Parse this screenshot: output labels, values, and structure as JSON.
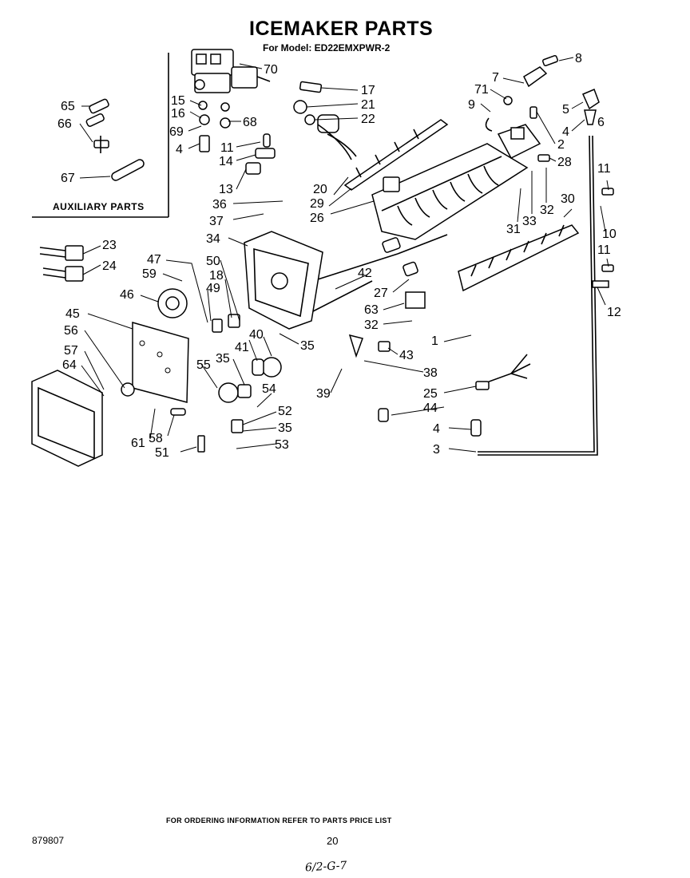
{
  "title": "ICEMAKER PARTS",
  "model_line": "For Model: ED22EMXPWR-2",
  "auxiliary_label": "AUXILIARY PARTS",
  "footer_text": "FOR ORDERING INFORMATION REFER TO PARTS PRICE LIST",
  "page_number": "20",
  "document_number": "879807",
  "handwritten_note": "6/2-G-7",
  "callouts": {
    "c70": "70",
    "c17": "17",
    "c21": "21",
    "c22": "22",
    "c15": "15",
    "c16": "16",
    "c69": "69",
    "c68": "68",
    "c4a": "4",
    "c11a": "11",
    "c14": "14",
    "c13": "13",
    "c65": "65",
    "c66": "66",
    "c67": "67",
    "c8": "8",
    "c7": "7",
    "c71": "71",
    "c9": "9",
    "c5": "5",
    "c6": "6",
    "c4b": "4",
    "c2": "2",
    "c28": "28",
    "c20": "20",
    "c29": "29",
    "c26": "26",
    "c36": "36",
    "c37": "37",
    "c34": "34",
    "c31": "31",
    "c33": "33",
    "c32a": "32",
    "c30": "30",
    "c11b": "11",
    "c10": "10",
    "c11c": "11",
    "c12": "12",
    "c23": "23",
    "c24": "24",
    "c47": "47",
    "c59": "59",
    "c50": "50",
    "c18": "18",
    "c49": "49",
    "c46": "46",
    "c42": "42",
    "c27": "27",
    "c63": "63",
    "c32b": "32",
    "c1": "1",
    "c45": "45",
    "c56": "56",
    "c40": "40",
    "c35a": "35",
    "c57": "57",
    "c64": "64",
    "c55": "55",
    "c35b": "35",
    "c41": "41",
    "c43": "43",
    "c38": "38",
    "c39": "39",
    "c54": "54",
    "c25": "25",
    "c44": "44",
    "c52": "52",
    "c35c": "35",
    "c53": "53",
    "c61": "61",
    "c58": "58",
    "c51": "51",
    "c4c": "4",
    "c3": "3"
  }
}
